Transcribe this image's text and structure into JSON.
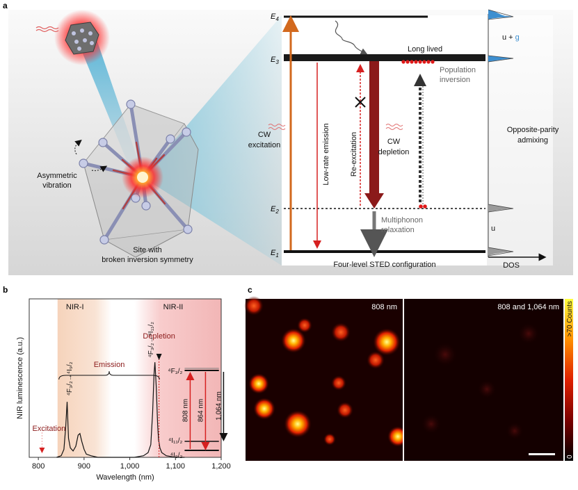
{
  "colors": {
    "panel_grey": "#dcdcdc",
    "level_line": "#111111",
    "excitation_orange": "#d2691e",
    "dark_red": "#8b1a1a",
    "red": "#d62020",
    "site_glow": "#ff2020",
    "node": "#b9bfdc",
    "nir1_band": "#f3c9ae",
    "nir2_band": "#f0b0b0",
    "dos_blue": "#3d8fd0",
    "dos_grey": "#9a9a9a"
  },
  "panel_a": {
    "label": "a",
    "site_caption_1": "Site with",
    "site_caption_2": "broken inversion symmetry",
    "vibration_1": "Asymmetric",
    "vibration_2": "vibration",
    "levels": [
      {
        "sub": "4",
        "name": "E4"
      },
      {
        "sub": "3",
        "name": "E3"
      },
      {
        "sub": "2",
        "name": "E2"
      },
      {
        "sub": "1",
        "name": "E1"
      }
    ],
    "level_letter": "E",
    "long_lived": "Long lived",
    "population_1": "Population",
    "population_2": "inversion",
    "cw_exc_1": "CW",
    "cw_exc_2": "excitation",
    "low_rate": "Low-rate emission",
    "re_excitation": "Re-excitation",
    "cw_dep_1": "CW",
    "cw_dep_2": "depletion",
    "multiphonon_1": "Multiphonon",
    "multiphonon_2": "relaxation",
    "config": "Four-level STED configuration",
    "dos": "DOS",
    "ug_u": "u + ",
    "ug_g": "g",
    "u": "u",
    "parity_1": "Opposite-parity",
    "parity_2": "admixing"
  },
  "panel_b": {
    "label": "b",
    "nir1": "NIR-I",
    "nir2": "NIR-II",
    "depletion": "Depletion",
    "emission": "Emission",
    "excitation": "Excitation",
    "trans_f32": "⁴F₃/₂",
    "arrow": "→",
    "trans_i92": "⁴I₉/₂",
    "trans_i112": "⁴I₁₁/₂",
    "inset_f32": "⁴F₃/₂",
    "inset_i112": "⁴I₁₁/₂",
    "inset_i92": "⁴I₉/₂",
    "inset_808": "808 nm",
    "inset_864": "864 nm",
    "inset_1064": "1,064 nm"
  },
  "panel_c": {
    "label": "c",
    "left_title": "808 nm",
    "right_title": "808 and 1,064 nm",
    "colorbar_top": ">70 Counts",
    "colorbar_bottom": "0"
  },
  "chart_data": {
    "type": "line",
    "title": "",
    "xlabel": "Wavelength (nm)",
    "ylabel": "NIR luminescence (a.u.)",
    "xlim": [
      780,
      1200
    ],
    "ylim": [
      0,
      1
    ],
    "xticks": [
      800,
      900,
      1000,
      1100,
      1200
    ],
    "xtick_labels": [
      "800",
      "900",
      "1,000",
      "1,100",
      "1,200"
    ],
    "grid": false,
    "series": [
      {
        "x": [
          840,
          850,
          856,
          860,
          863,
          866,
          870,
          876,
          882,
          887,
          891,
          895,
          900,
          905,
          915,
          930,
          960,
          990,
          1010,
          1030,
          1040,
          1046,
          1050,
          1053,
          1055,
          1058,
          1061,
          1063,
          1066,
          1070,
          1080,
          1100,
          1120
        ],
        "y": [
          0.0,
          0.01,
          0.05,
          0.2,
          0.35,
          0.12,
          0.06,
          0.04,
          0.07,
          0.14,
          0.15,
          0.1,
          0.05,
          0.02,
          0.01,
          0.0,
          0.0,
          0.0,
          0.0,
          0.01,
          0.03,
          0.08,
          0.28,
          0.52,
          0.6,
          0.44,
          0.2,
          0.11,
          0.06,
          0.03,
          0.01,
          0.0,
          0.0
        ]
      }
    ],
    "markers": [
      {
        "label": "Excitation",
        "x": 808
      },
      {
        "label": "Depletion",
        "x": 1064
      }
    ]
  }
}
